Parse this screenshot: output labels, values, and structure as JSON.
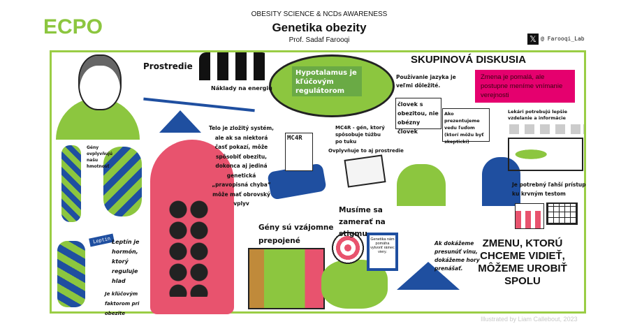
{
  "header": {
    "series": "OBESITY SCIENCE & NCDs AWARENESS",
    "title": "Genetika obezity",
    "author": "Prof. Sadaf Farooqi",
    "logo": "ECPO",
    "handle": "@ Farooqi_Lab"
  },
  "left": {
    "prostredie": "Prostredie",
    "naklady": "Náklady na  energiu",
    "geny_ovplyvnuju": "Gény ovplyvňujú našu hmotnosť",
    "leptin_tag": "Leptin",
    "leptin_text": "Leptín je hormón, ktorý reguluje hlad",
    "key_factor": "Je kľúčovým faktorom pri obezite"
  },
  "center": {
    "hypotalamus": "Hypotalamus je kľúčovým regulátorom",
    "telo": "Telo je zložitý systém, ale ak sa niektorá časť pokazí, môže spôsobiť obezitu, dokonca aj jediná genetická „pravopisná chyba“ môže mať obrovský vplyv",
    "mc4r": "MC4R - gén, ktorý spôsobuje túžbu po tuku",
    "mc4r_paper": "MC4R",
    "ovplyvnuje": "Ovplyvňuje to aj prostredie",
    "geny_prepojene": "Gény sú vzájomne prepojené",
    "stigma": "Musíme sa zamerať na stigmu",
    "frame_text": "Genetika nám pomáha vytvoriť rámec viery."
  },
  "right": {
    "heading": "SKUPINOVÁ DISKUSIA",
    "jazyk": "Používanie jazyka je veľmi dôležité.",
    "pink_sign": "Zmena je pomalá, ale postupne meníme vnímanie verejnosti",
    "bubble1": "človek s obezitou, nie obézny človek",
    "bubble2": "Ako prezentujeme vedu ľuďom (ktorí môžu byť skeptickí)",
    "lekari": "Lekári potrebujú lepšie vzdelanie a informácie",
    "krvne_testy": "Je potrebný ľahší prístup ku krvným testom",
    "hory": "Ak dokážeme presunúť vinu, dokážeme hory prenášať.",
    "closing": "ZMENU, KTORÚ CHCEME VIDIEŤ, MÔŽEME UROBIŤ SPOLU"
  },
  "footer": {
    "credit": "Illustrated by Liam Callebout, 2023"
  },
  "colors": {
    "green": "#8cc63f",
    "pink": "#e5006e",
    "blue": "#1f4fa0",
    "body_pink": "#e8536e"
  }
}
